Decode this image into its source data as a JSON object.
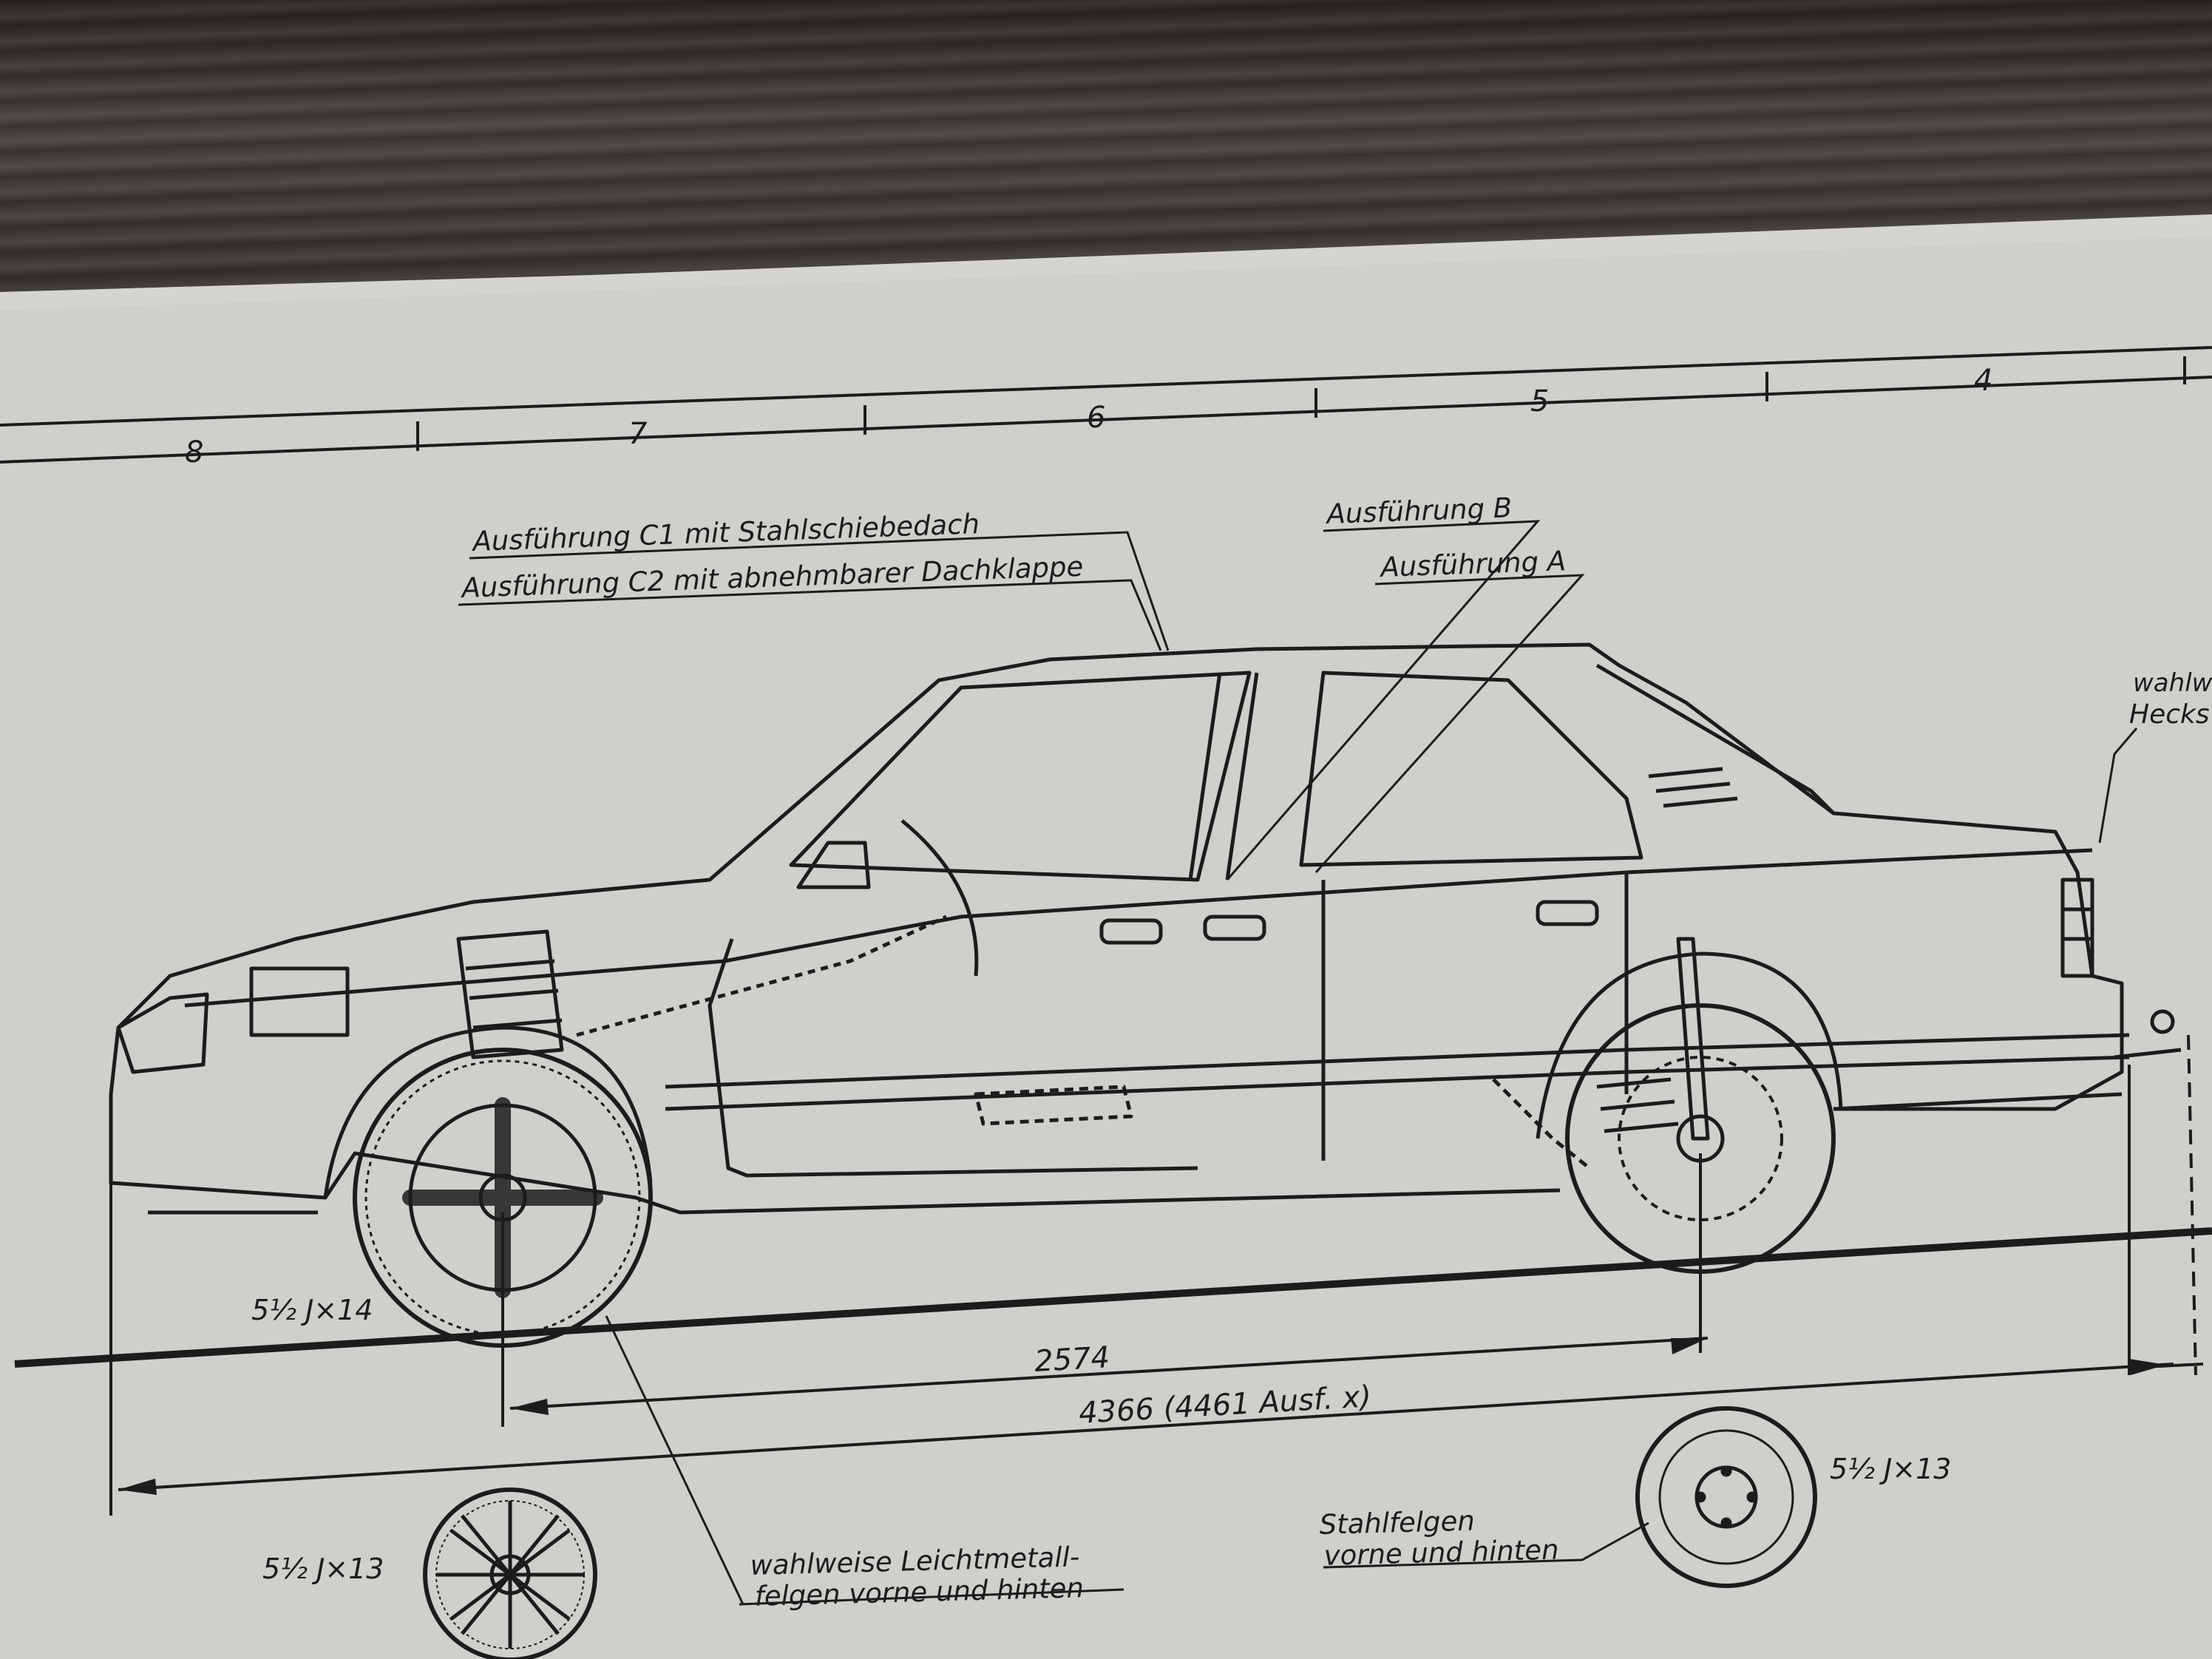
{
  "ruler": {
    "zones": [
      "8",
      "7",
      "6",
      "5",
      "4"
    ]
  },
  "labels": {
    "variant_c1": "Ausführung C1 mit Stahlschiebedach",
    "variant_c2": "Ausführung C2 mit abnehmbarer Dachklappe",
    "variant_b": "Ausführung B",
    "variant_a": "Ausführung A",
    "wahlw_partial": "wahlw",
    "hecks_partial": "Hecks",
    "rim_front": "5½ J×14",
    "rim_alloy": "5½ J×13",
    "rim_steel": "5½ J×13",
    "alloy_note_line1": "wahlweise Leichtmetall-",
    "alloy_note_line2": "felgen vorne und hinten",
    "steel_note_line1": "Stahlfelgen",
    "steel_note_line2": "vorne und hinten"
  },
  "dimensions": {
    "wheelbase": "2574",
    "overall_length": "4366 (4461 Ausf. x)"
  },
  "colors": {
    "paper": "#cfcfcc",
    "ink": "#1c1c1c",
    "background": "#3a3532"
  }
}
